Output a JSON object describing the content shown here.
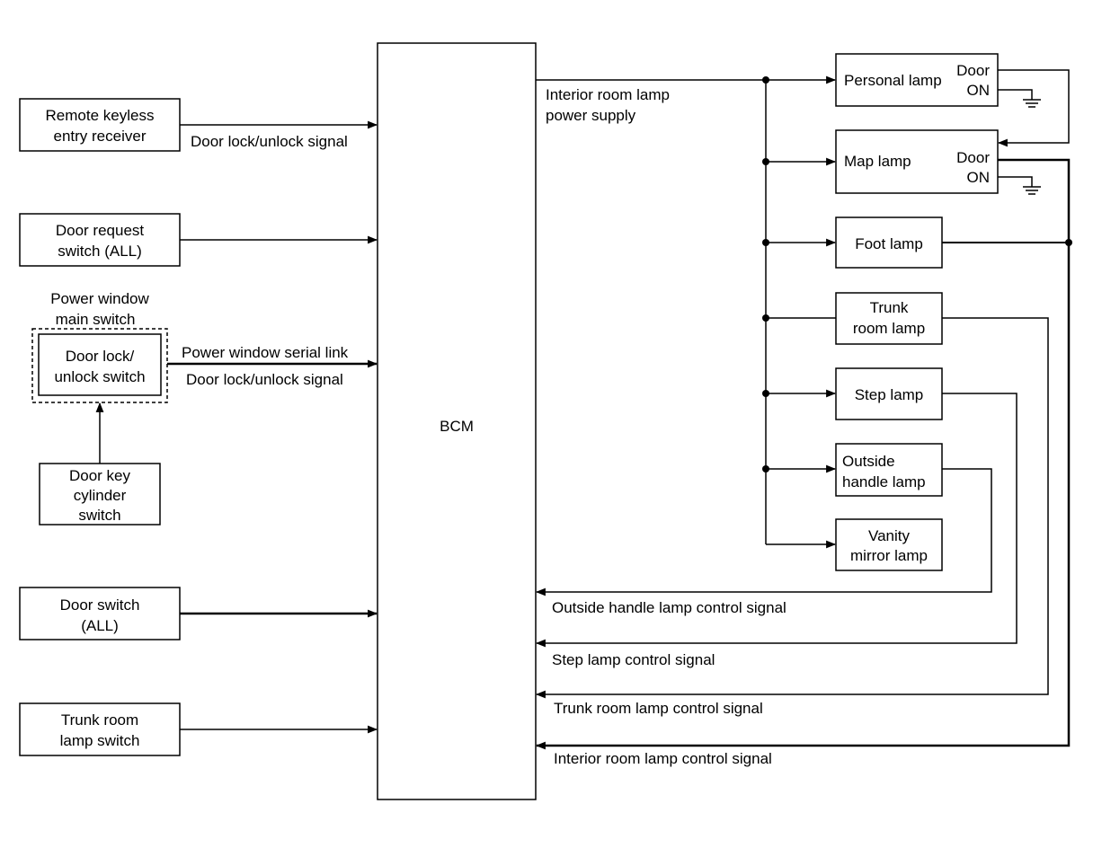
{
  "inputs": {
    "remote_keyless": [
      "Remote keyless",
      "entry receiver"
    ],
    "door_request": [
      "Door request",
      "switch (ALL)"
    ],
    "pw_main_switch": [
      "Power window",
      "main switch"
    ],
    "door_lock_unlock_switch": [
      "Door lock/",
      "unlock switch"
    ],
    "door_key_cylinder": [
      "Door key",
      "cylinder",
      "switch"
    ],
    "door_switch": [
      "Door switch",
      "(ALL)"
    ],
    "trunk_room_lamp_switch": [
      "Trunk room",
      "lamp switch"
    ]
  },
  "signals": {
    "door_lock_unlock_signal_1": "Door lock/unlock signal",
    "pw_serial_link": "Power window serial link",
    "door_lock_unlock_signal_2": "Door lock/unlock signal"
  },
  "bcm": "BCM",
  "interior_power_supply": [
    "Interior room lamp",
    "power supply"
  ],
  "lamps": {
    "personal": "Personal lamp",
    "map": "Map lamp",
    "foot": "Foot lamp",
    "trunk_room": [
      "Trunk",
      "room lamp"
    ],
    "step": "Step lamp",
    "outside_handle": [
      "Outside",
      "handle lamp"
    ],
    "vanity_mirror": [
      "Vanity",
      "mirror lamp"
    ]
  },
  "door_on": [
    "Door",
    "ON"
  ],
  "control_signals": {
    "outside_handle": "Outside handle lamp control signal",
    "step": "Step lamp control signal",
    "trunk_room": "Trunk room lamp control signal",
    "interior_room": "Interior room lamp control signal"
  }
}
